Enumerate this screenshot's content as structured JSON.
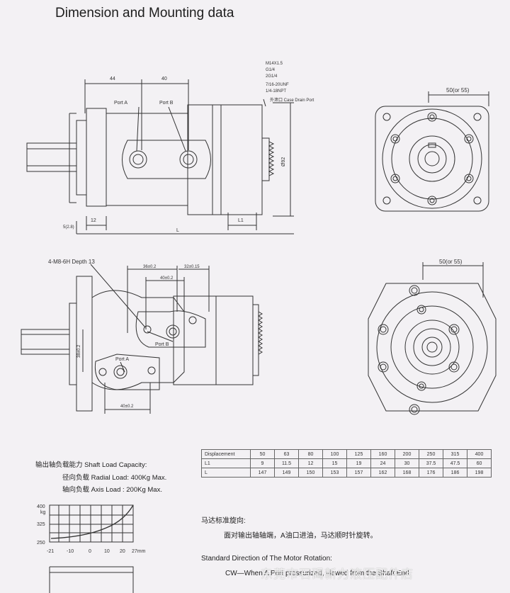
{
  "title": "Dimension and Mounting data",
  "drawing_top": {
    "dim_44": "44",
    "dim_40": "40",
    "port_a": "Port A",
    "port_b": "Port B",
    "threads": [
      "M14X1.5",
      "G1/4",
      "2G1/4",
      "7/16-20UNF",
      "1/4-18NPT"
    ],
    "drain": "外泄口 Case Drain Port",
    "dia": "Ø92",
    "l1": "L1",
    "l": "L",
    "dim_12": "12",
    "dim_5": "5(2.8)",
    "face_dim": "50(or 55)"
  },
  "drawing_bottom": {
    "hole": "4-M8-6H Depth 13",
    "d36": "36±0.2",
    "d32": "32±0.15",
    "d40a": "40±0.2",
    "d40b": "40±0.2",
    "port_a": "Port A",
    "port_b": "Port B",
    "d38": "38±0.2",
    "face_dim": "50(or 55)"
  },
  "table": {
    "header": "Displacement",
    "displacements": [
      "50",
      "63",
      "80",
      "100",
      "125",
      "160",
      "200",
      "250",
      "315",
      "400"
    ],
    "rows": [
      {
        "label": "L1",
        "values": [
          "9",
          "11.5",
          "12",
          "15",
          "19",
          "24",
          "30",
          "37.5",
          "47.5",
          "60"
        ]
      },
      {
        "label": "L",
        "values": [
          "147",
          "149",
          "150",
          "153",
          "157",
          "162",
          "168",
          "176",
          "186",
          "198"
        ]
      }
    ]
  },
  "load": {
    "title": "输出轴负载能力 Shaft Load Capacity:",
    "radial": "径向负载 Radial Load: 400Kg Max.",
    "axial": "轴向负载 Axis Load : 200Kg Max."
  },
  "chart": {
    "ylabels": [
      "400",
      "kg",
      "325",
      "250"
    ],
    "xlabels": [
      "-21",
      "-10",
      "0",
      "10",
      "20",
      "27mm"
    ]
  },
  "rotation": {
    "cn_title": "马达标准旋向:",
    "cn_text": "面对输出轴轴端，A油口进油，马达顺时针旋转。",
    "en_title": "Standard Direction of The Motor Rotation:",
    "en_text": "CW—When A Port pressurized, viewed from the Shaft End.",
    "watermark": "东莞市石碣新力液压配件店"
  }
}
